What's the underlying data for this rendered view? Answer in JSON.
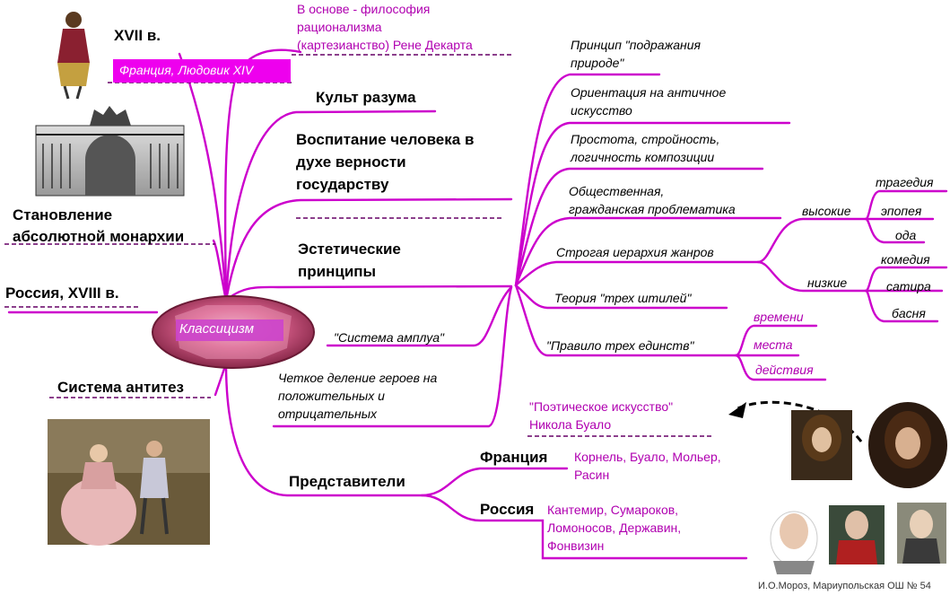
{
  "center": "Классицизм",
  "left": {
    "century_fr": "XVII в.",
    "france_louis": "Франция, Людовик XIV",
    "absolutism_1": "Становление",
    "absolutism_2": "абсолютной монархии",
    "russia": "Россия, XVIII в.",
    "antitheses": "Система антитез"
  },
  "top": {
    "basis_1": "В основе - философия",
    "basis_2": "рационализма",
    "basis_3": "(картезианство) Рене Декарта",
    "cult": "Культ разума",
    "upbringing_1": "Воспитание человека в",
    "upbringing_2": "духе верности",
    "upbringing_3": "государству",
    "aesthetic_1": "Эстетические",
    "aesthetic_2": "принципы"
  },
  "principles": {
    "p1_1": "Принцип \"подражания",
    "p1_2": "природе\"",
    "p2_1": "Ориентация на античное",
    "p2_2": "искусство",
    "p3_1": "Простота, стройность,",
    "p3_2": "логичность композиции",
    "p4_1": "Общественная,",
    "p4_2": "гражданская проблематика",
    "p5": "Строгая иерархия жанров",
    "p6": "Теория \"трех штилей\"",
    "p7": "\"Правило трех единств\""
  },
  "genres": {
    "high": "высокие",
    "high_items": [
      "трагедия",
      "эпопея",
      "ода"
    ],
    "low": "низкие",
    "low_items": [
      "комедия",
      "сатира",
      "басня"
    ]
  },
  "unities": [
    "времени",
    "места",
    "действия"
  ],
  "lower": {
    "amplua": "\"Система амплуа\"",
    "heroes_1": "Четкое деление героев на",
    "heroes_2": "положительных и",
    "heroes_3": "отрицательных",
    "boileau_1": "\"Поэтическое искусство\"",
    "boileau_2": "Никола Буало"
  },
  "representatives": {
    "label": "Представители",
    "france": "Франция",
    "france_names_1": "Корнель, Буало, Мольер,",
    "france_names_2": "Расин",
    "russia": "Россия",
    "russia_names_1": "Кантемир, Сумароков,",
    "russia_names_2": "Ломоносов, Державин,",
    "russia_names_3": "Фонвизин"
  },
  "credit": "И.О.Мороз, Мариупольская ОШ № 54",
  "colors": {
    "branch": "#cc00cc",
    "accent": "#b000b0",
    "underline": "#660066",
    "box": "#ee00ee"
  }
}
